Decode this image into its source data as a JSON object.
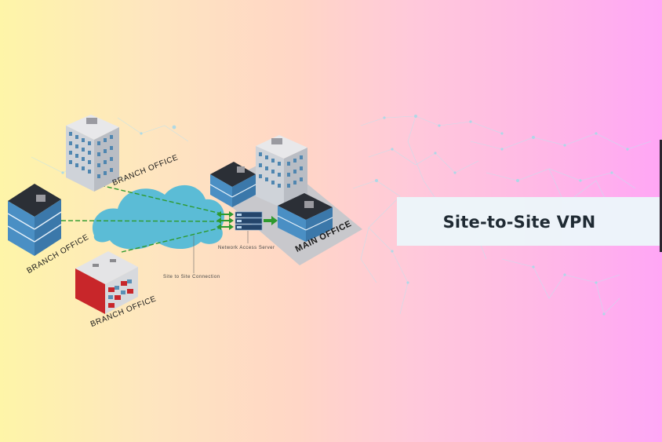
{
  "title": "Site-to-Site VPN",
  "diagram": {
    "nodes": [
      {
        "id": "branch-office-top",
        "label": "BRANCH OFFICE"
      },
      {
        "id": "branch-office-left",
        "label": "BRANCH OFFICE"
      },
      {
        "id": "branch-office-bottom",
        "label": "BRANCH OFFICE"
      },
      {
        "id": "main-office",
        "label": "MAIN OFFICE"
      },
      {
        "id": "network-access-server",
        "label": "Network Access Server"
      },
      {
        "id": "cloud",
        "label": ""
      }
    ],
    "annotations": {
      "connection": "Site to Site Connection",
      "server": "Network Access Server"
    },
    "edges": [
      {
        "from": "branch-office-top",
        "to": "network-access-server",
        "style": "dashed"
      },
      {
        "from": "branch-office-left",
        "to": "network-access-server",
        "style": "dashed"
      },
      {
        "from": "branch-office-bottom",
        "to": "network-access-server",
        "style": "dashed"
      },
      {
        "from": "network-access-server",
        "to": "main-office",
        "style": "arrow"
      }
    ]
  },
  "colors": {
    "bg_left": "#fef5a8",
    "bg_mid": "#ffd6c6",
    "bg_right": "#ffa6f5",
    "cloud": "#5bbcd6",
    "link_green": "#2e9a2e",
    "banner_bg": "#ecf6fa",
    "title_text": "#1f2a33"
  }
}
